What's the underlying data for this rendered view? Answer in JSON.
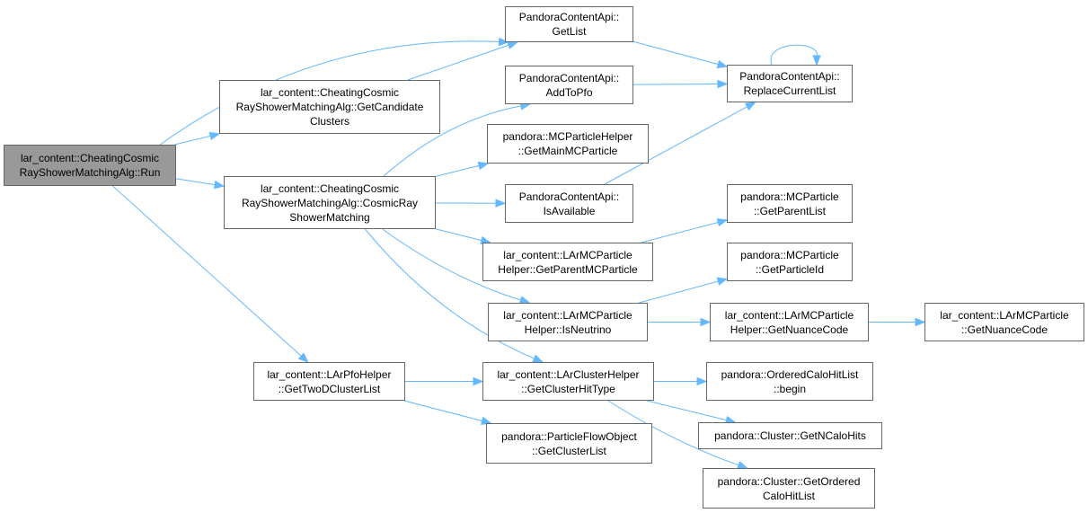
{
  "graph": {
    "edge_color": "#63b8ff",
    "root_fill": "#999999",
    "node_border": "#666666",
    "nodes": {
      "run": {
        "label": "lar_content::CheatingCosmic\nRayShowerMatchingAlg::Run"
      },
      "getlist": {
        "label": "PandoraContentApi::\nGetList"
      },
      "getcandidate": {
        "label": "lar_content::CheatingCosmic\nRayShowerMatchingAlg::GetCandidate\nClusters"
      },
      "cosmicray": {
        "label": "lar_content::CheatingCosmic\nRayShowerMatchingAlg::CosmicRay\nShowerMatching"
      },
      "gettwod": {
        "label": "lar_content::LArPfoHelper\n::GetTwoDClusterList"
      },
      "addtopfo": {
        "label": "PandoraContentApi::\nAddToPfo"
      },
      "getmainmc": {
        "label": "pandora::MCParticleHelper\n::GetMainMCParticle"
      },
      "isavailable": {
        "label": "PandoraContentApi::\nIsAvailable"
      },
      "getparentmc": {
        "label": "lar_content::LArMCParticle\nHelper::GetParentMCParticle"
      },
      "isneutrino": {
        "label": "lar_content::LArMCParticle\nHelper::IsNeutrino"
      },
      "getclusterhittype": {
        "label": "lar_content::LArClusterHelper\n::GetClusterHitType"
      },
      "pfogetclusterlist": {
        "label": "pandora::ParticleFlowObject\n::GetClusterList"
      },
      "replacecurrent": {
        "label": "PandoraContentApi::\nReplaceCurrentList"
      },
      "getparentlist": {
        "label": "pandora::MCParticle\n::GetParentList"
      },
      "getparticleid": {
        "label": "pandora::MCParticle\n::GetParticleId"
      },
      "helpernuance": {
        "label": "lar_content::LArMCParticle\nHelper::GetNuanceCode"
      },
      "mcnuance": {
        "label": "lar_content::LArMCParticle\n::GetNuanceCode"
      },
      "begin": {
        "label": "pandora::OrderedCaloHitList\n::begin"
      },
      "getncalohits": {
        "label": "pandora::Cluster::GetNCaloHits"
      },
      "getordered": {
        "label": "pandora::Cluster::GetOrdered\nCaloHitList"
      }
    },
    "edges": [
      [
        "run",
        "getlist"
      ],
      [
        "run",
        "getcandidate"
      ],
      [
        "run",
        "cosmicray"
      ],
      [
        "run",
        "gettwod"
      ],
      [
        "getcandidate",
        "getlist"
      ],
      [
        "getlist",
        "replacecurrent"
      ],
      [
        "addtopfo",
        "replacecurrent"
      ],
      [
        "isavailable",
        "replacecurrent"
      ],
      [
        "replacecurrent",
        "replacecurrent"
      ],
      [
        "cosmicray",
        "addtopfo"
      ],
      [
        "cosmicray",
        "getmainmc"
      ],
      [
        "cosmicray",
        "isavailable"
      ],
      [
        "cosmicray",
        "getparentmc"
      ],
      [
        "cosmicray",
        "isneutrino"
      ],
      [
        "cosmicray",
        "getclusterhittype"
      ],
      [
        "getparentmc",
        "getparentlist"
      ],
      [
        "isneutrino",
        "getparticleid"
      ],
      [
        "isneutrino",
        "helpernuance"
      ],
      [
        "helpernuance",
        "mcnuance"
      ],
      [
        "gettwod",
        "getclusterhittype"
      ],
      [
        "gettwod",
        "pfogetclusterlist"
      ],
      [
        "getclusterhittype",
        "begin"
      ],
      [
        "getclusterhittype",
        "getncalohits"
      ],
      [
        "getclusterhittype",
        "getordered"
      ]
    ]
  }
}
